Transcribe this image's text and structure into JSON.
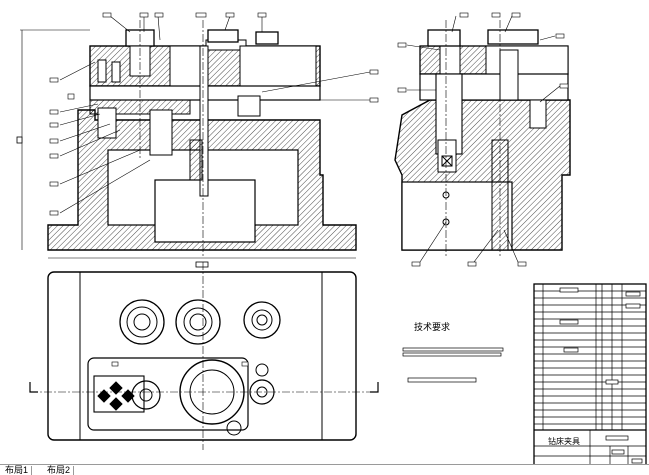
{
  "notes": {
    "technical_requirements_title": "技术要求"
  },
  "title_block": {
    "caption": "钻床夹具"
  },
  "sheet_tabs": [
    "布局1",
    "布局2"
  ],
  "colors": {
    "line": "#000000",
    "hatch": "#000000",
    "background": "#ffffff"
  }
}
